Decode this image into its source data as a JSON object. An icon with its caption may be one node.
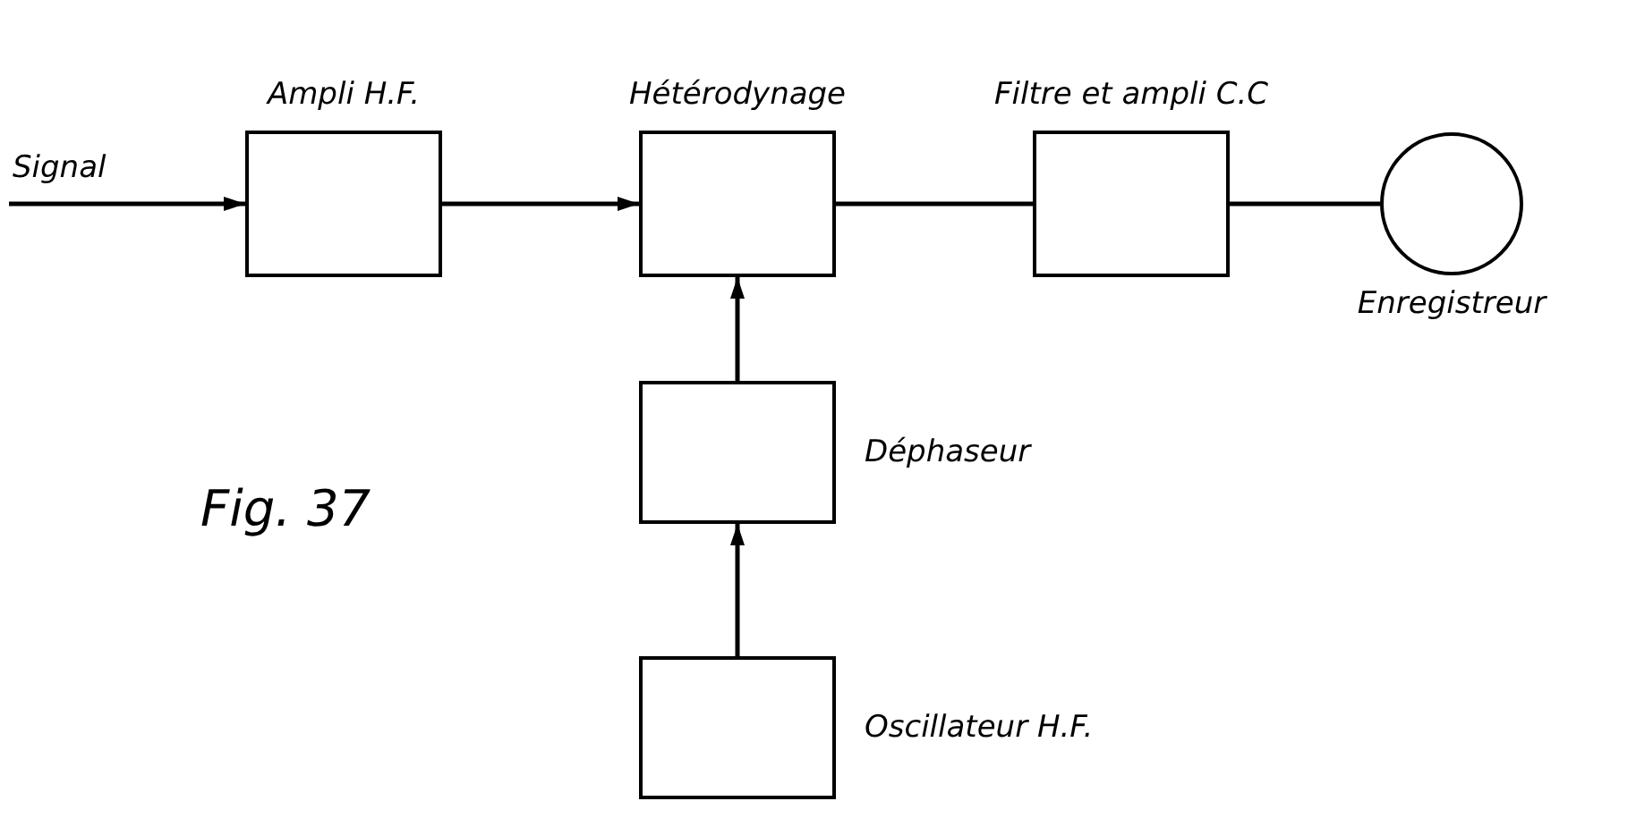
{
  "diagram": {
    "caption": "Fig. 37",
    "nodes": [
      {
        "text": [
          "Signal"
        ]
      },
      {
        "text": [
          "Ampli H.F."
        ]
      },
      {
        "text": [
          "Hétérodynage"
        ]
      },
      {
        "text": [
          "Filtre et ampli C.C"
        ]
      },
      {
        "text": [
          "Enregistreur"
        ]
      },
      {
        "text": [
          "Déphaseur"
        ]
      },
      {
        "text": [
          "Oscillateur H.F."
        ]
      }
    ],
    "edges": [
      {
        "from": 0,
        "to": 1,
        "arrow": "to"
      },
      {
        "from": 1,
        "to": 2,
        "arrow": "to"
      },
      {
        "from": 2,
        "to": 3,
        "arrow": "none"
      },
      {
        "from": 3,
        "to": 4,
        "arrow": "none"
      },
      {
        "from": 5,
        "to": 2,
        "arrow": "to"
      },
      {
        "from": 6,
        "to": 5,
        "arrow": "to"
      }
    ]
  }
}
